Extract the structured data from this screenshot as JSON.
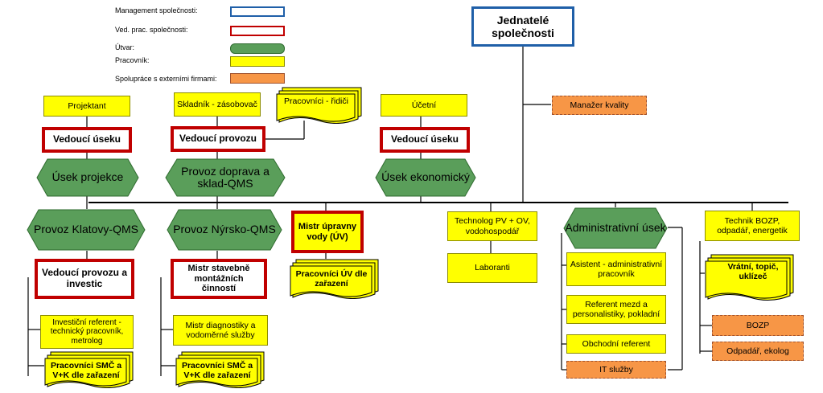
{
  "legend": {
    "management": "Management společnosti:",
    "managers": "Ved. prac. společnosti:",
    "unit": "Útvar:",
    "employee": "Pracovník:",
    "external": "Spolupráce s externími firmami:"
  },
  "colors": {
    "management_border": "#1f5fa8",
    "manager_border": "#c00000",
    "unit_fill": "#5a9e5a",
    "employee_fill": "#ffff00",
    "external_fill": "#f79646"
  },
  "top": {
    "jednatele": "Jednatelé společnosti",
    "manazer_kvality": "Manažer kvality"
  },
  "col1": {
    "projektant": "Projektant",
    "vedouci": "Vedoucí úseku",
    "unit": "Úsek projekce"
  },
  "col2": {
    "skladnik": "Skladník - zásobovač",
    "ridici": "Pracovníci - řidiči",
    "vedouci": "Vedoucí provozu",
    "unit": "Provoz doprava a sklad-QMS"
  },
  "col3": {
    "ucetni": "Účetní",
    "vedouci": "Vedoucí úseku",
    "unit": "Úsek ekonomický"
  },
  "klatovy": {
    "unit": "Provoz Klatovy-QMS",
    "vedouci": "Vedoucí provozu a investic",
    "referent": "Investiční referent - technický pracovník, metrolog",
    "pracovnici": "Pracovníci SMČ a V+K dle zařazení"
  },
  "nyrsko": {
    "unit": "Provoz Nýrsko-QMS",
    "mistr": "Mistr stavebně montážních činností",
    "diagnostika": "Mistr diagnostiky a vodoměrné služby",
    "pracovnici": "Pracovníci SMČ a V+K dle zařazení"
  },
  "upravna": {
    "mistr": "Mistr úpravny vody (ÚV)",
    "pracovnici": "Pracovníci ÚV dle zařazení"
  },
  "technolog": {
    "technolog": "Technolog PV + OV, vodohospodář",
    "laboranti": "Laboranti"
  },
  "admin": {
    "unit": "Administrativní úsek",
    "asistent": "Asistent - administrativní pracovník",
    "referent": "Referent mezd a personalistiky, pokladní",
    "obchodni": "Obchodní referent",
    "it": "IT služby"
  },
  "bozp": {
    "technik": "Technik BOZP, odpadář, energetik",
    "vratni": "Vrátní, topič, uklízeč",
    "bozp": "BOZP",
    "odpadar": "Odpadář, ekolog"
  }
}
